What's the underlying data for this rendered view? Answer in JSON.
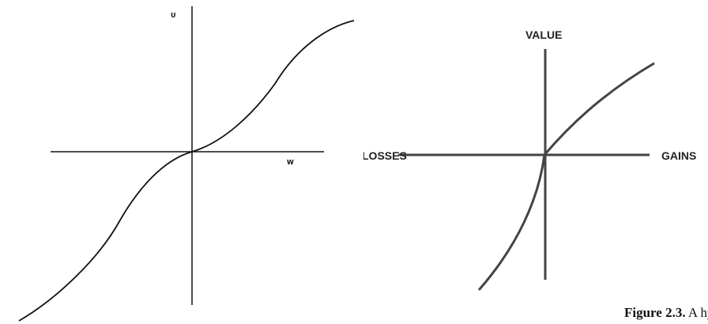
{
  "figure_left": {
    "y_axis_label": "U",
    "x_axis_label": "W"
  },
  "figure_right": {
    "y_axis_label": "VALUE",
    "x_left_label": "LOSSES",
    "x_right_label": "GAINS",
    "caption_prefix": "Figure 2.3.",
    "caption_text": "A hypothetical value function."
  },
  "colors": {
    "left_ink": "#111111",
    "right_ink": "#444444",
    "background": "#ffffff"
  }
}
